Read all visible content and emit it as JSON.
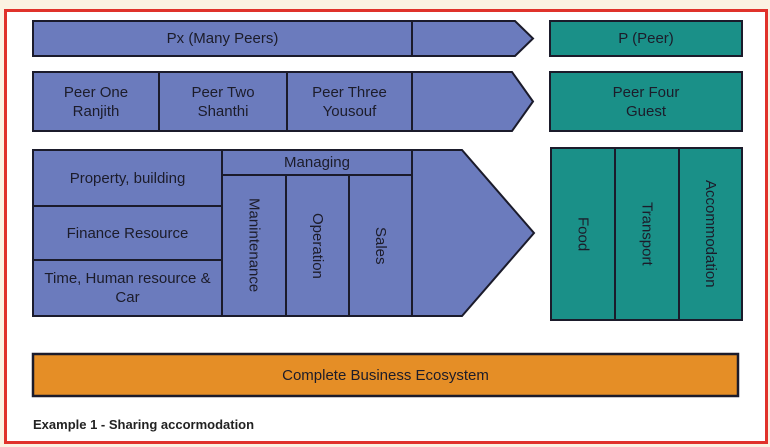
{
  "colors": {
    "purple": "#6b7bbd",
    "teal": "#1a9088",
    "orange": "#e58e26",
    "frame": "#e0322b",
    "outline": "#1b1b2b"
  },
  "row1": {
    "left": "Px (Many Peers)",
    "right": "P (Peer)"
  },
  "row2": {
    "peers": [
      {
        "line1": "Peer One",
        "line2": "Ranjith"
      },
      {
        "line1": "Peer Two",
        "line2": "Shanthi"
      },
      {
        "line1": "Peer Three",
        "line2": "Yousouf"
      }
    ],
    "right": {
      "line1": "Peer Four",
      "line2": "Guest"
    }
  },
  "row3": {
    "resources": [
      "Property, building",
      "Finance Resource",
      "Time, Human resource & Car"
    ],
    "managing": "Managing",
    "activities": [
      "Manintenance",
      "Operation",
      "Sales"
    ],
    "outputs": [
      "Food",
      "Transport",
      "Accommodation"
    ]
  },
  "ecosystem": "Complete Business Ecosystem",
  "caption": "Example 1 - Sharing accormodation"
}
